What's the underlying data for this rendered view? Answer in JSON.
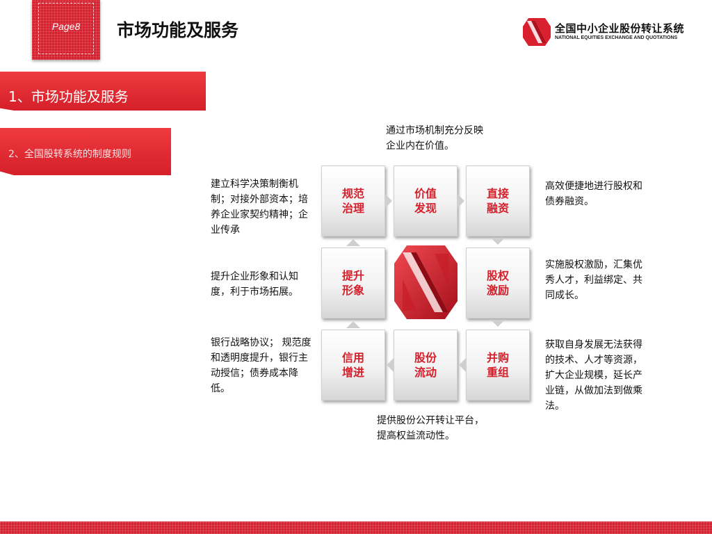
{
  "header": {
    "page_label": "Page8",
    "title": "市场功能及服务",
    "brand_cn": "全国中小企业股份转让系统",
    "brand_en": "NATIONAL EQUITIES EXCHANGE AND QUOTATIONS"
  },
  "sections": {
    "current": "1、市场功能及服务",
    "next": "2、全国股转系统的制度规则"
  },
  "colors": {
    "accent": "#d9202e",
    "cell_text": "#d51f2a"
  },
  "diagram": {
    "cells": [
      {
        "label": "规范\n治理"
      },
      {
        "label": "价值\n发现"
      },
      {
        "label": "直接\n融资"
      },
      {
        "label": "提升\n形象"
      },
      {
        "label": "股权\n激励"
      },
      {
        "label": "信用\n增进"
      },
      {
        "label": "股份\n流动"
      },
      {
        "label": "并购\n重组"
      }
    ],
    "descriptions": {
      "top": "通过市场机制充分反映企业内在价值。",
      "left_top": "建立科学决策制衡机制；对接外部资本；培养企业家契约精神；企业传承",
      "left_mid": "提升企业形象和认知度，利于市场拓展。",
      "left_bottom": "银行战略协议； 规范度和透明度提升，银行主动授信；债券成本降低。",
      "right_top": "高效便捷地进行股权和债券融资。",
      "right_mid": "实施股权激励，汇集优秀人才，利益绑定、共同成长。",
      "right_bottom": "获取自身发展无法获得的技术、人才等资源，扩大企业规模，延长产业链，从做加法到做乘法。",
      "bottom": "提供股份公开转让平台，提高权益流动性。"
    }
  }
}
